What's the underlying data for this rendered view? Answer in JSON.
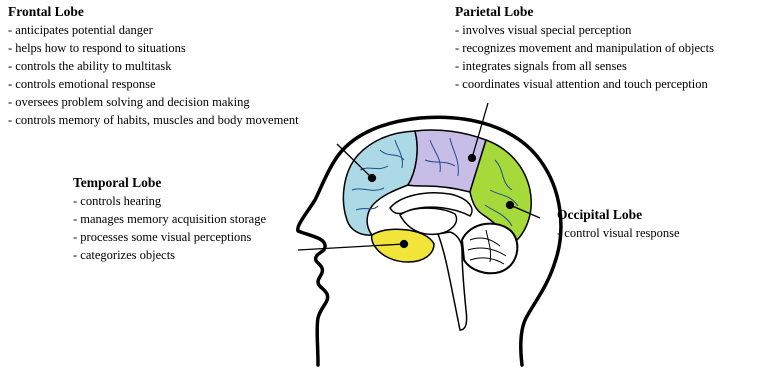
{
  "lobes": {
    "frontal": {
      "title": "Frontal Lobe",
      "color": "#add8e6",
      "items": [
        "- anticipates potential danger",
        "- helps how to respond to situations",
        "- controls the ability to multitask",
        "- controls emotional response",
        "- oversees problem solving and decision making",
        "- controls memory of habits, muscles and body movement"
      ]
    },
    "parietal": {
      "title": "Parietal Lobe",
      "color": "#c8bde6",
      "items": [
        "- involves visual special perception",
        "- recognizes movement and manipulation of objects",
        "- integrates signals from all senses",
        "- coordinates visual attention and touch perception"
      ]
    },
    "temporal": {
      "title": "Temporal Lobe",
      "color": "#f2e53a",
      "items": [
        "- controls hearing",
        "- manages memory acquisition storage",
        "- processes some visual perceptions",
        "- categorizes objects"
      ]
    },
    "occipital": {
      "title": "Occipital Lobe",
      "color": "#a6d93a",
      "items": [
        "- control visual response"
      ]
    }
  }
}
